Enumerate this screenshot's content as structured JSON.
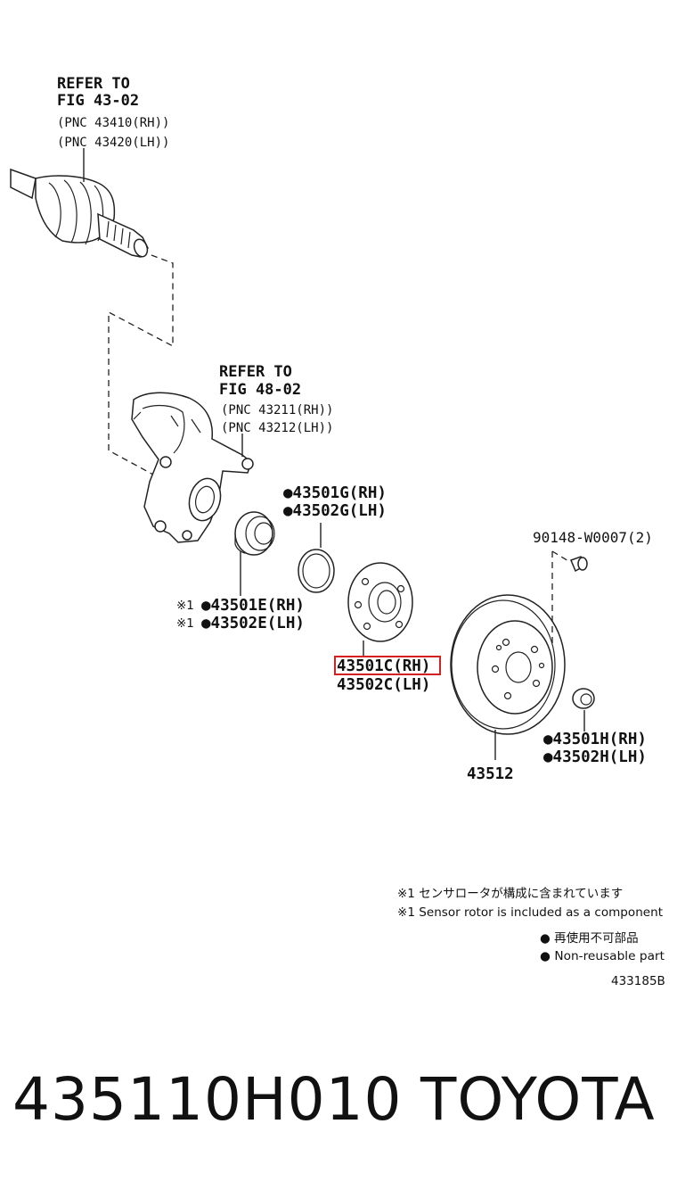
{
  "labels": {
    "shaft_refer": "REFER TO",
    "shaft_fig": "FIG 43-02",
    "shaft_pnc_rh": "(PNC 43410(RH))",
    "shaft_pnc_lh": "(PNC 43420(LH))",
    "knuckle_refer": "REFER TO",
    "knuckle_fig": "FIG 48-02",
    "knuckle_pnc_rh": "(PNC 43211(RH))",
    "knuckle_pnc_lh": "(PNC 43212(LH))",
    "snap_ring_rh": "●43501G(RH)",
    "snap_ring_lh": "●43502G(LH)",
    "bearing_rh": "●43501E(RH)",
    "bearing_lh": "●43502E(LH)",
    "bearing_mark_rh": "※1",
    "bearing_mark_lh": "※1",
    "hub_rh": "43501C(RH)",
    "hub_lh": "43502C(LH)",
    "screw": "90148-W0007(2)",
    "disc": "43512",
    "nut_rh": "●43501H(RH)",
    "nut_lh": "●43502H(LH)"
  },
  "notes": {
    "note1_jp": "※1 センサロータが構成に含まれています",
    "note1_en": "※1 Sensor rotor is included as a component",
    "nonreusable_jp": "● 再使用不可部品",
    "nonreusable_en": "● Non-reusable part",
    "figure_code": "433185B"
  },
  "footer": {
    "part_number": "435110H010",
    "brand": "TOYOTA"
  },
  "highlight_color": "#d42020"
}
